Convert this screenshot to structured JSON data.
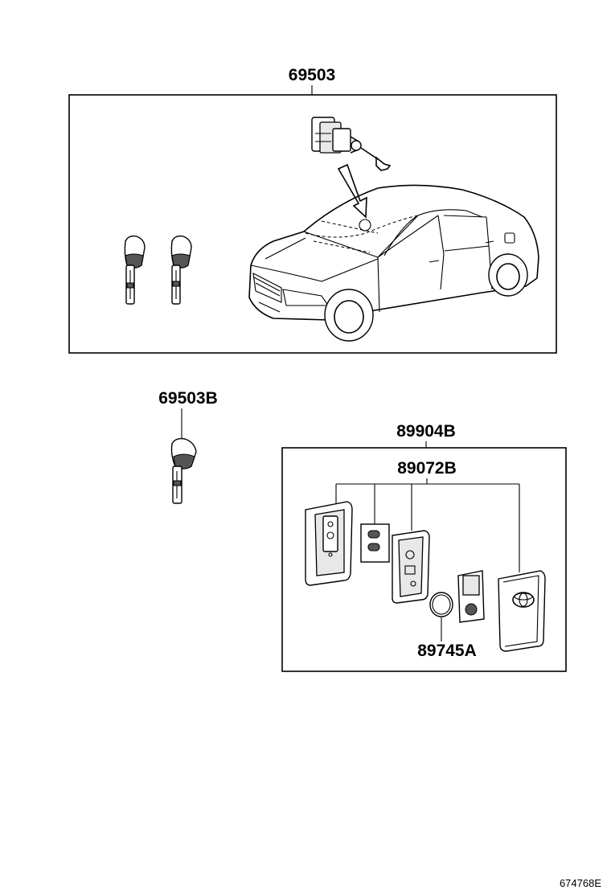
{
  "labels": {
    "part_69503": "69503",
    "part_69503b": "69503B",
    "part_89904b": "89904B",
    "part_89072b": "89072B",
    "part_89745a": "89745A",
    "figure_code": "674768E"
  }
}
